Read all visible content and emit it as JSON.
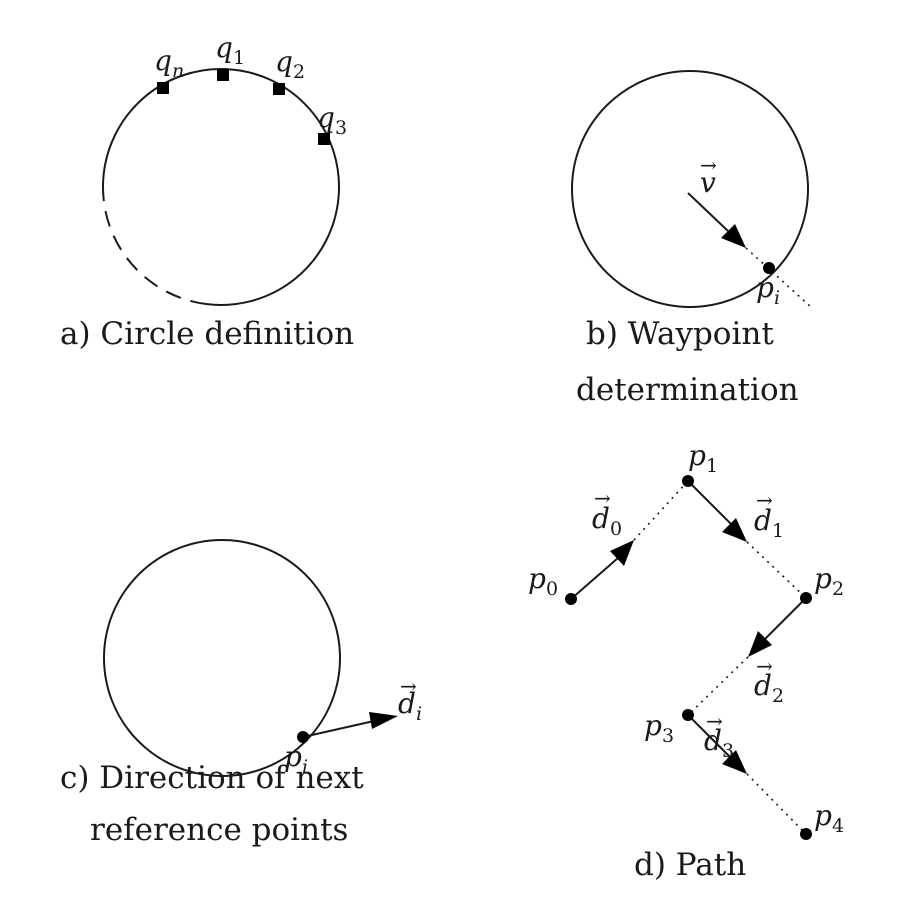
{
  "panels": {
    "a": {
      "caption": "a) Circle definition",
      "points": [
        {
          "base": "q",
          "sub": "n"
        },
        {
          "base": "q",
          "sub": "1"
        },
        {
          "base": "q",
          "sub": "2"
        },
        {
          "base": "q",
          "sub": "3"
        }
      ]
    },
    "b": {
      "caption_line1": "b) Waypoint",
      "caption_line2": "determination",
      "vector": {
        "base": "v",
        "arrow": "→"
      },
      "point": {
        "base": "p",
        "sub": "i"
      }
    },
    "c": {
      "caption_line1": "c) Direction of next",
      "caption_line2": "reference points",
      "vector": {
        "base": "d",
        "sub": "i",
        "arrow": "→"
      },
      "point": {
        "base": "p",
        "sub": "i"
      }
    },
    "d": {
      "caption": "d) Path",
      "points": [
        {
          "base": "p",
          "sub": "0"
        },
        {
          "base": "p",
          "sub": "1"
        },
        {
          "base": "p",
          "sub": "2"
        },
        {
          "base": "p",
          "sub": "3"
        },
        {
          "base": "p",
          "sub": "4"
        }
      ],
      "vectors": [
        {
          "base": "d",
          "sub": "0",
          "arrow": "→"
        },
        {
          "base": "d",
          "sub": "1",
          "arrow": "→"
        },
        {
          "base": "d",
          "sub": "2",
          "arrow": "→"
        },
        {
          "base": "d",
          "sub": "3",
          "arrow": "→"
        }
      ]
    }
  }
}
